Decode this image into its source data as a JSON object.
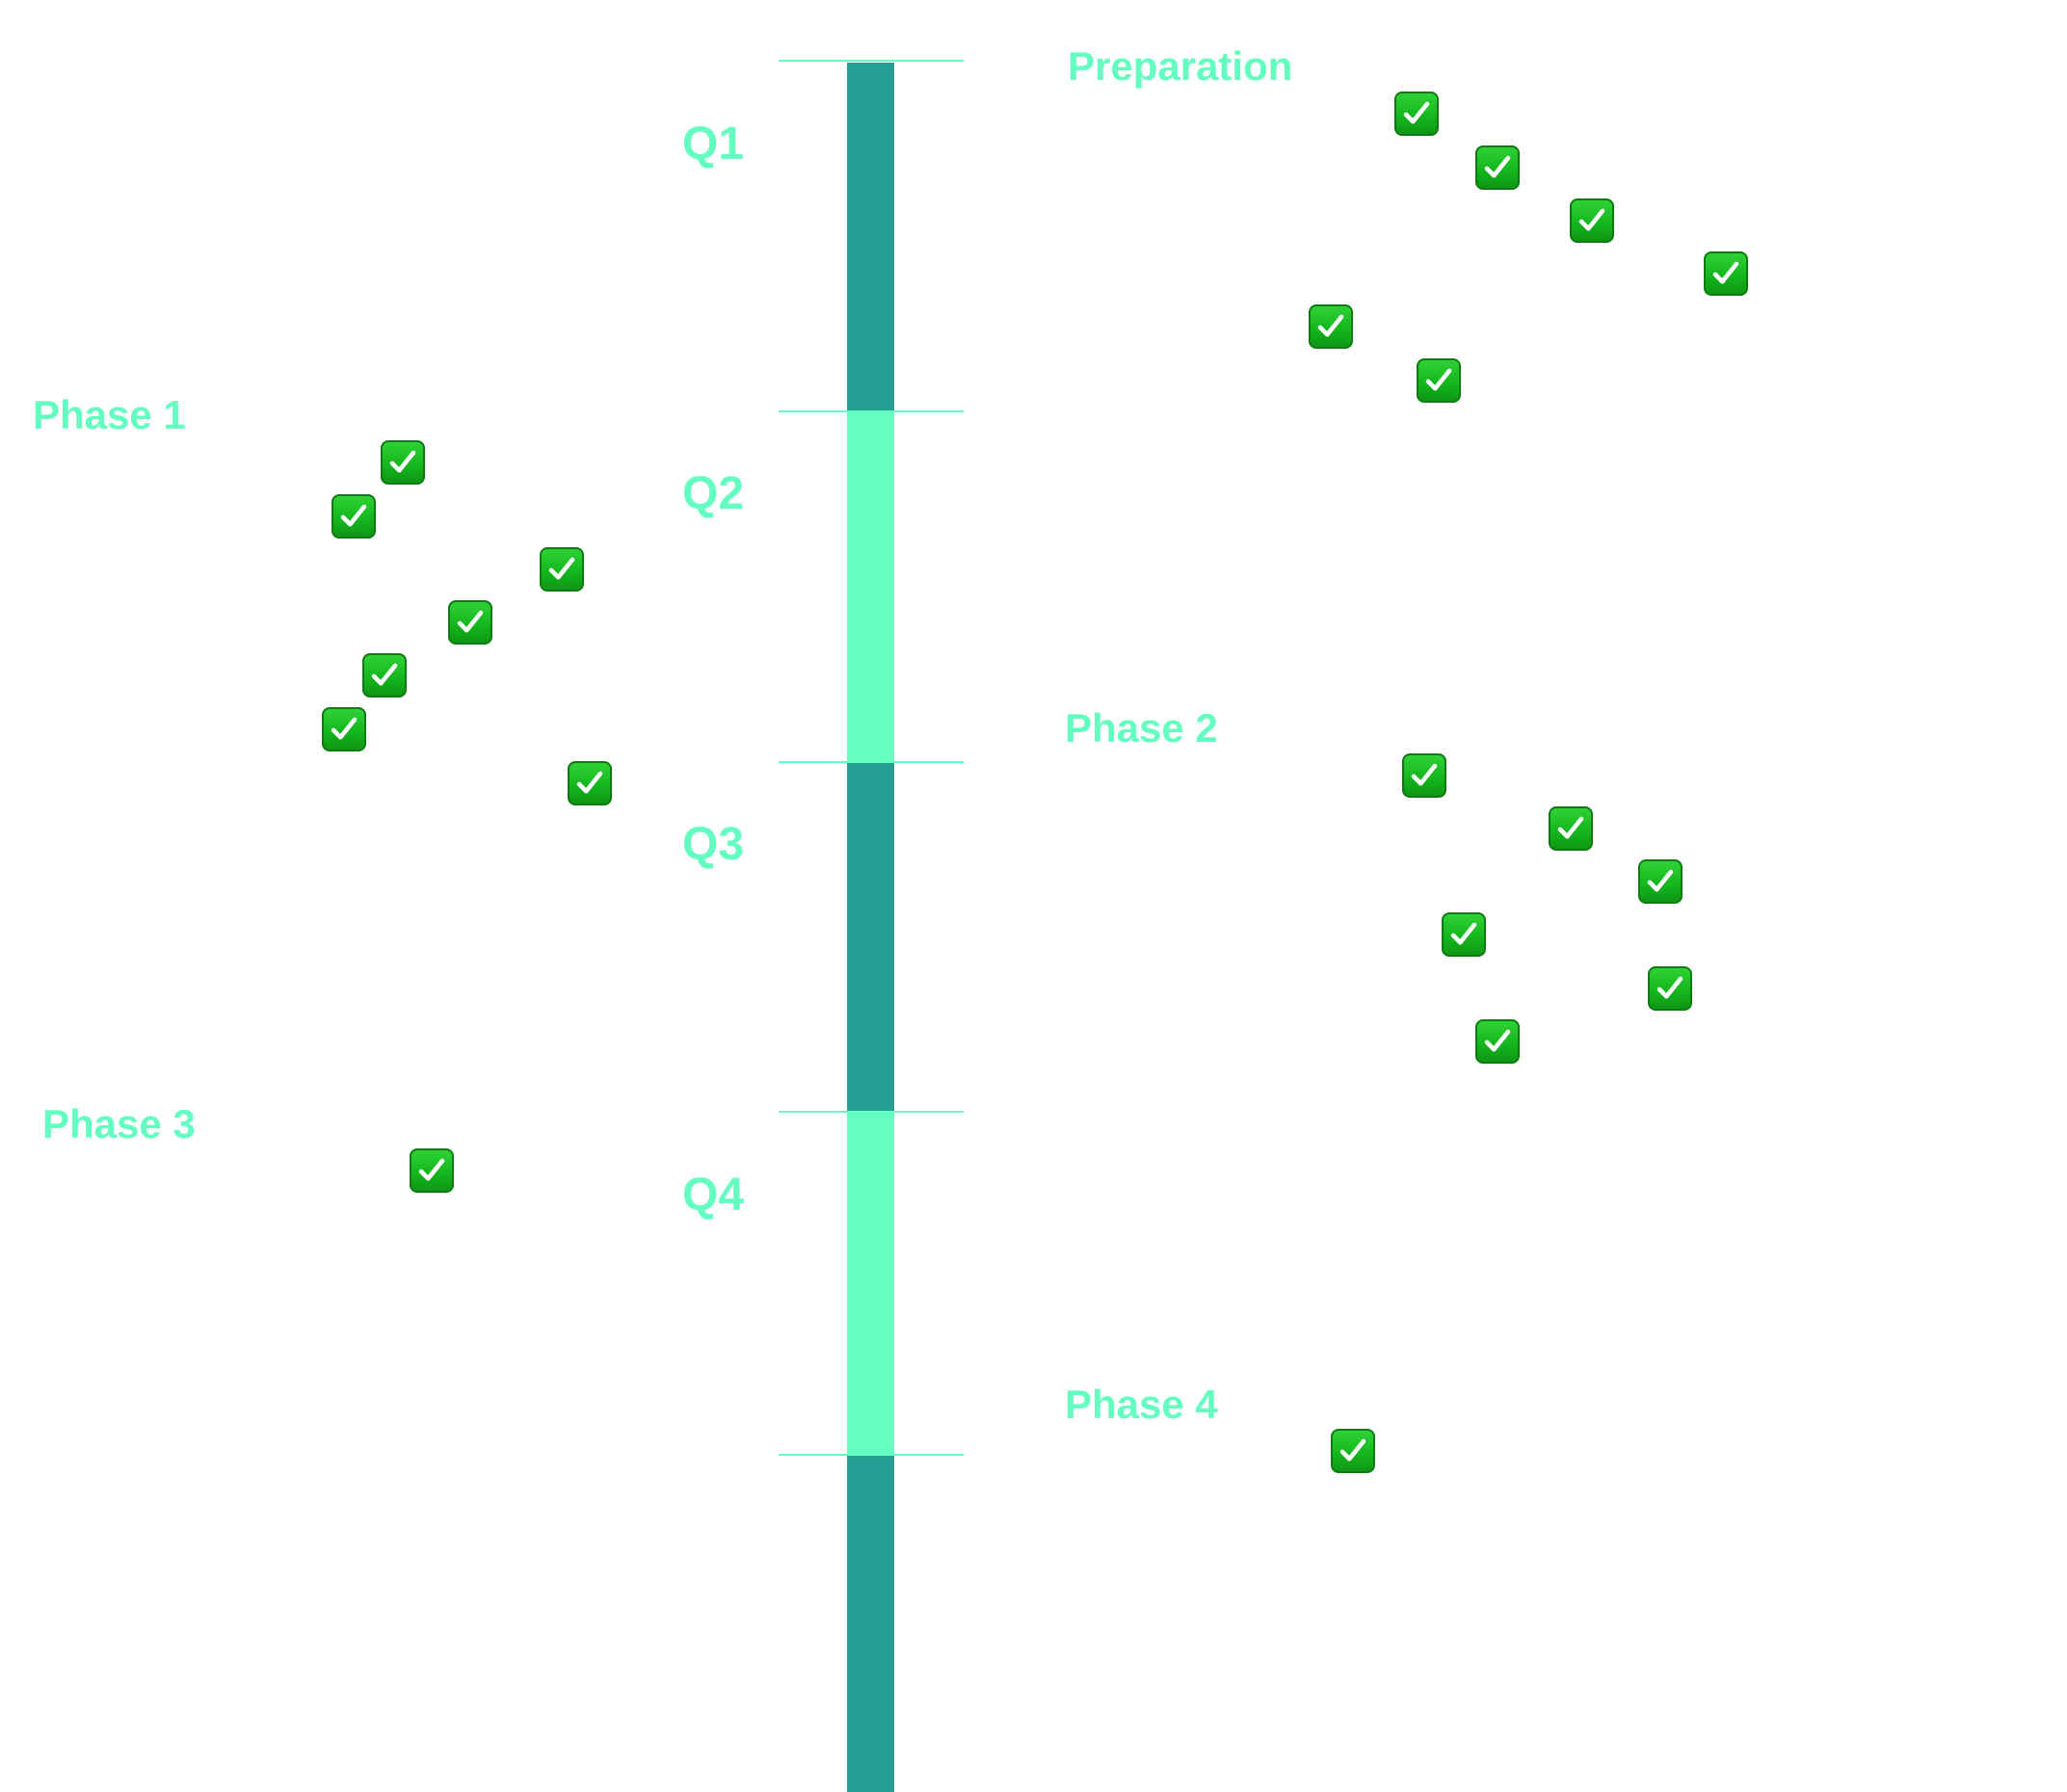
{
  "colors": {
    "dark_segment": "#26a094",
    "light_segment": "#64ffc0",
    "tick": "#64ffc0",
    "label": "#64ffc0",
    "check_box": "#14b81e",
    "check_mark": "#ffffff"
  },
  "timeline": {
    "segments": [
      {
        "shade": "dark"
      },
      {
        "shade": "light"
      },
      {
        "shade": "dark"
      },
      {
        "shade": "light"
      },
      {
        "shade": "dark"
      }
    ],
    "quarters": [
      {
        "label": "Q1"
      },
      {
        "label": "Q2"
      },
      {
        "label": "Q3"
      },
      {
        "label": "Q4"
      }
    ]
  },
  "phases": [
    {
      "title": "Preparation",
      "side": "right",
      "quarter": "Q1",
      "tasks": [
        {
          "icon": "check-mark-icon",
          "done": true
        },
        {
          "icon": "check-mark-icon",
          "done": true
        },
        {
          "icon": "check-mark-icon",
          "done": true
        },
        {
          "icon": "check-mark-icon",
          "done": true
        },
        {
          "icon": "check-mark-icon",
          "done": true
        },
        {
          "icon": "check-mark-icon",
          "done": true
        }
      ]
    },
    {
      "title": "Phase 1",
      "side": "left",
      "quarter": "Q2",
      "tasks": [
        {
          "icon": "check-mark-icon",
          "done": true
        },
        {
          "icon": "check-mark-icon",
          "done": true
        },
        {
          "icon": "check-mark-icon",
          "done": true
        },
        {
          "icon": "check-mark-icon",
          "done": true
        },
        {
          "icon": "check-mark-icon",
          "done": true
        },
        {
          "icon": "check-mark-icon",
          "done": true
        },
        {
          "icon": "check-mark-icon",
          "done": true
        }
      ]
    },
    {
      "title": "Phase 2",
      "side": "right",
      "quarter": "Q3",
      "tasks": [
        {
          "icon": "check-mark-icon",
          "done": true
        },
        {
          "icon": "check-mark-icon",
          "done": true
        },
        {
          "icon": "check-mark-icon",
          "done": true
        },
        {
          "icon": "check-mark-icon",
          "done": true
        },
        {
          "icon": "check-mark-icon",
          "done": true
        },
        {
          "icon": "check-mark-icon",
          "done": true
        }
      ]
    },
    {
      "title": "Phase 3",
      "side": "left",
      "quarter": "Q4",
      "tasks": [
        {
          "icon": "check-mark-icon",
          "done": true
        }
      ]
    },
    {
      "title": "Phase 4",
      "side": "right",
      "quarter": "Q4",
      "tasks": [
        {
          "icon": "check-mark-icon",
          "done": true
        }
      ]
    }
  ]
}
